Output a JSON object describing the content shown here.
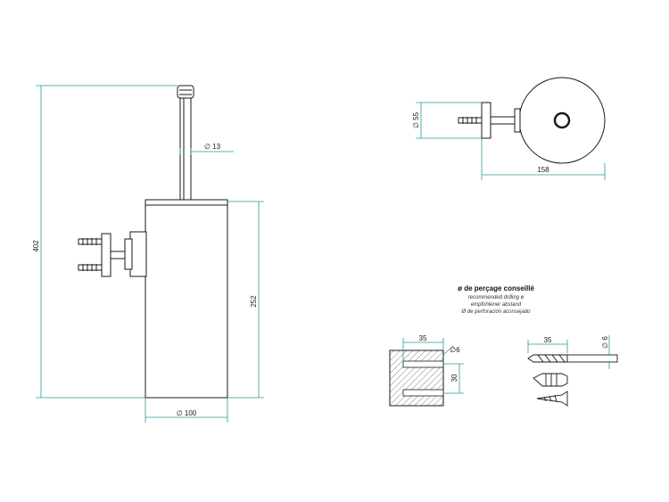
{
  "dimensions": {
    "total_height": "402",
    "holder_height": "252",
    "holder_diameter": "∅ 100",
    "handle_diameter": "∅ 13",
    "top_diameter": "∅ 55",
    "top_depth": "158",
    "hole_depth_a": "35",
    "hole_diameter_a": "∅6",
    "hole_spacing": "30",
    "hole_depth_b": "35",
    "drill_diameter_b": "∅ 6"
  },
  "drilling_note": {
    "title": "ø de perçage conseillé",
    "line_en": "recommended drilling ø",
    "line_de": "empfohlener abstand",
    "line_es": "Ø de perforación aconsejado"
  },
  "colors": {
    "line": "#1a1a1a",
    "dimension": "#2a9a9a",
    "hatch": "#555555"
  }
}
